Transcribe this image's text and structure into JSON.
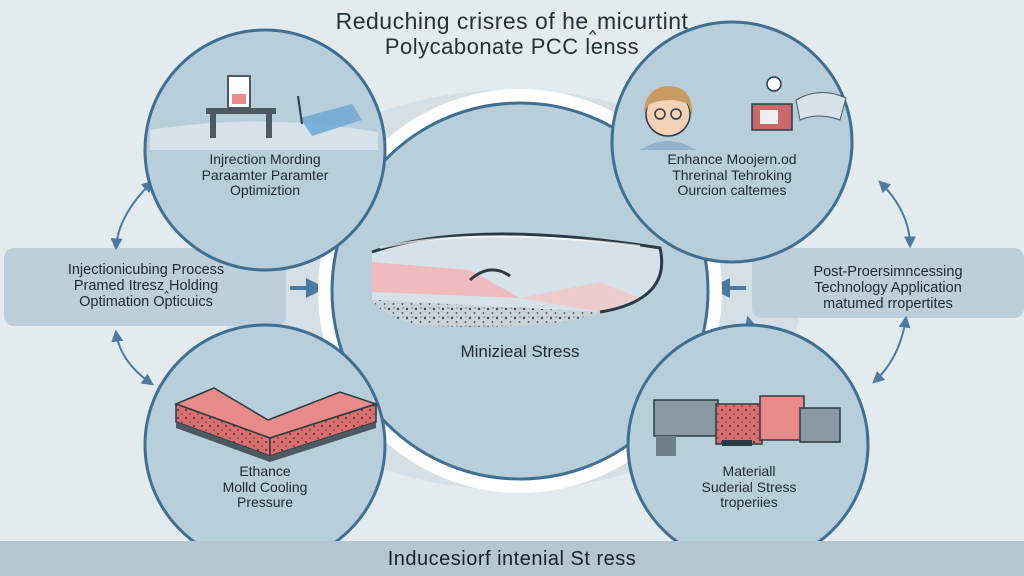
{
  "title": {
    "line1": "Reduching crisres of he‸micurtint",
    "line2": "Polycabonate PCC lenss"
  },
  "center": {
    "label": "Minizieal Stress"
  },
  "nodes": {
    "top_left": {
      "lines": [
        "Injrection Mording",
        "Paraamter Paramter",
        "Optimiztion"
      ]
    },
    "top_right": {
      "lines": [
        "Enhance Moojern.od",
        "Threrinal Tehroking",
        "Ourcion caltemes"
      ]
    },
    "bottom_left": {
      "lines": [
        "Ethance",
        "Molld Cooling",
        "Pressure"
      ]
    },
    "bottom_right": {
      "lines": [
        "Materiall",
        "Suderial Stress",
        "troperiies"
      ]
    }
  },
  "side_boxes": {
    "left": {
      "lines": [
        "Injectionicubing Process",
        "Pramed Itresz‸Holding",
        "Optimation Opticuics"
      ]
    },
    "right": {
      "lines": [
        "Post-Proersimncessing",
        "Technology Application",
        "matumed rropertites"
      ]
    }
  },
  "footer": {
    "label": "Inducesiorf intenial St ress"
  },
  "colors": {
    "background": "#e3ebee",
    "circle_fill": "#b8cedb",
    "circle_stroke": "#3f6f93",
    "arrow": "#4b7aa3",
    "footer_band": "#b4c7d3",
    "pink_layer": "#e88a8a"
  }
}
